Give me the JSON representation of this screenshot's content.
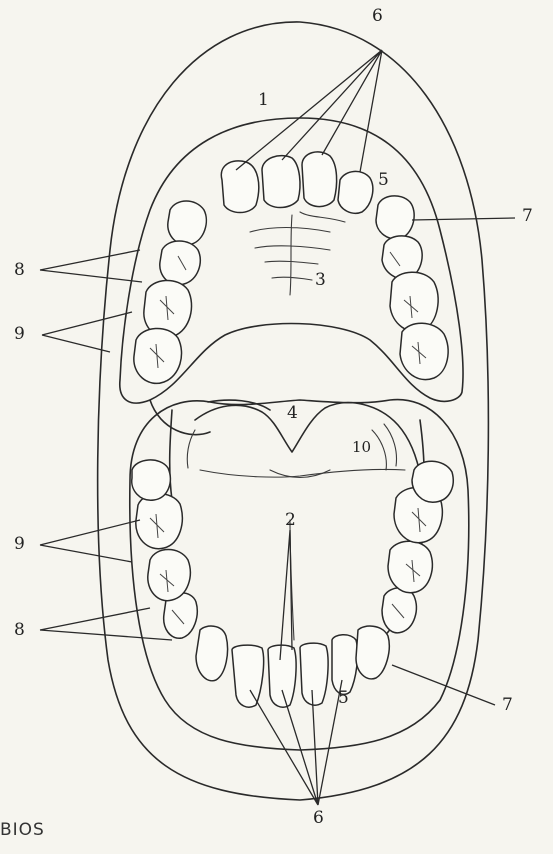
{
  "labels": {
    "n1": "1",
    "n2": "2",
    "n3": "3",
    "n4": "4",
    "n5_top": "5",
    "n5_bottom": "5",
    "n6_top": "6",
    "n6_bottom": "6",
    "n7_top": "7",
    "n7_bottom": "7",
    "n8_top": "8",
    "n8_bottom": "8",
    "n9_top": "9",
    "n9_bottom": "9",
    "n10": "10"
  },
  "caption": "BIOS"
}
